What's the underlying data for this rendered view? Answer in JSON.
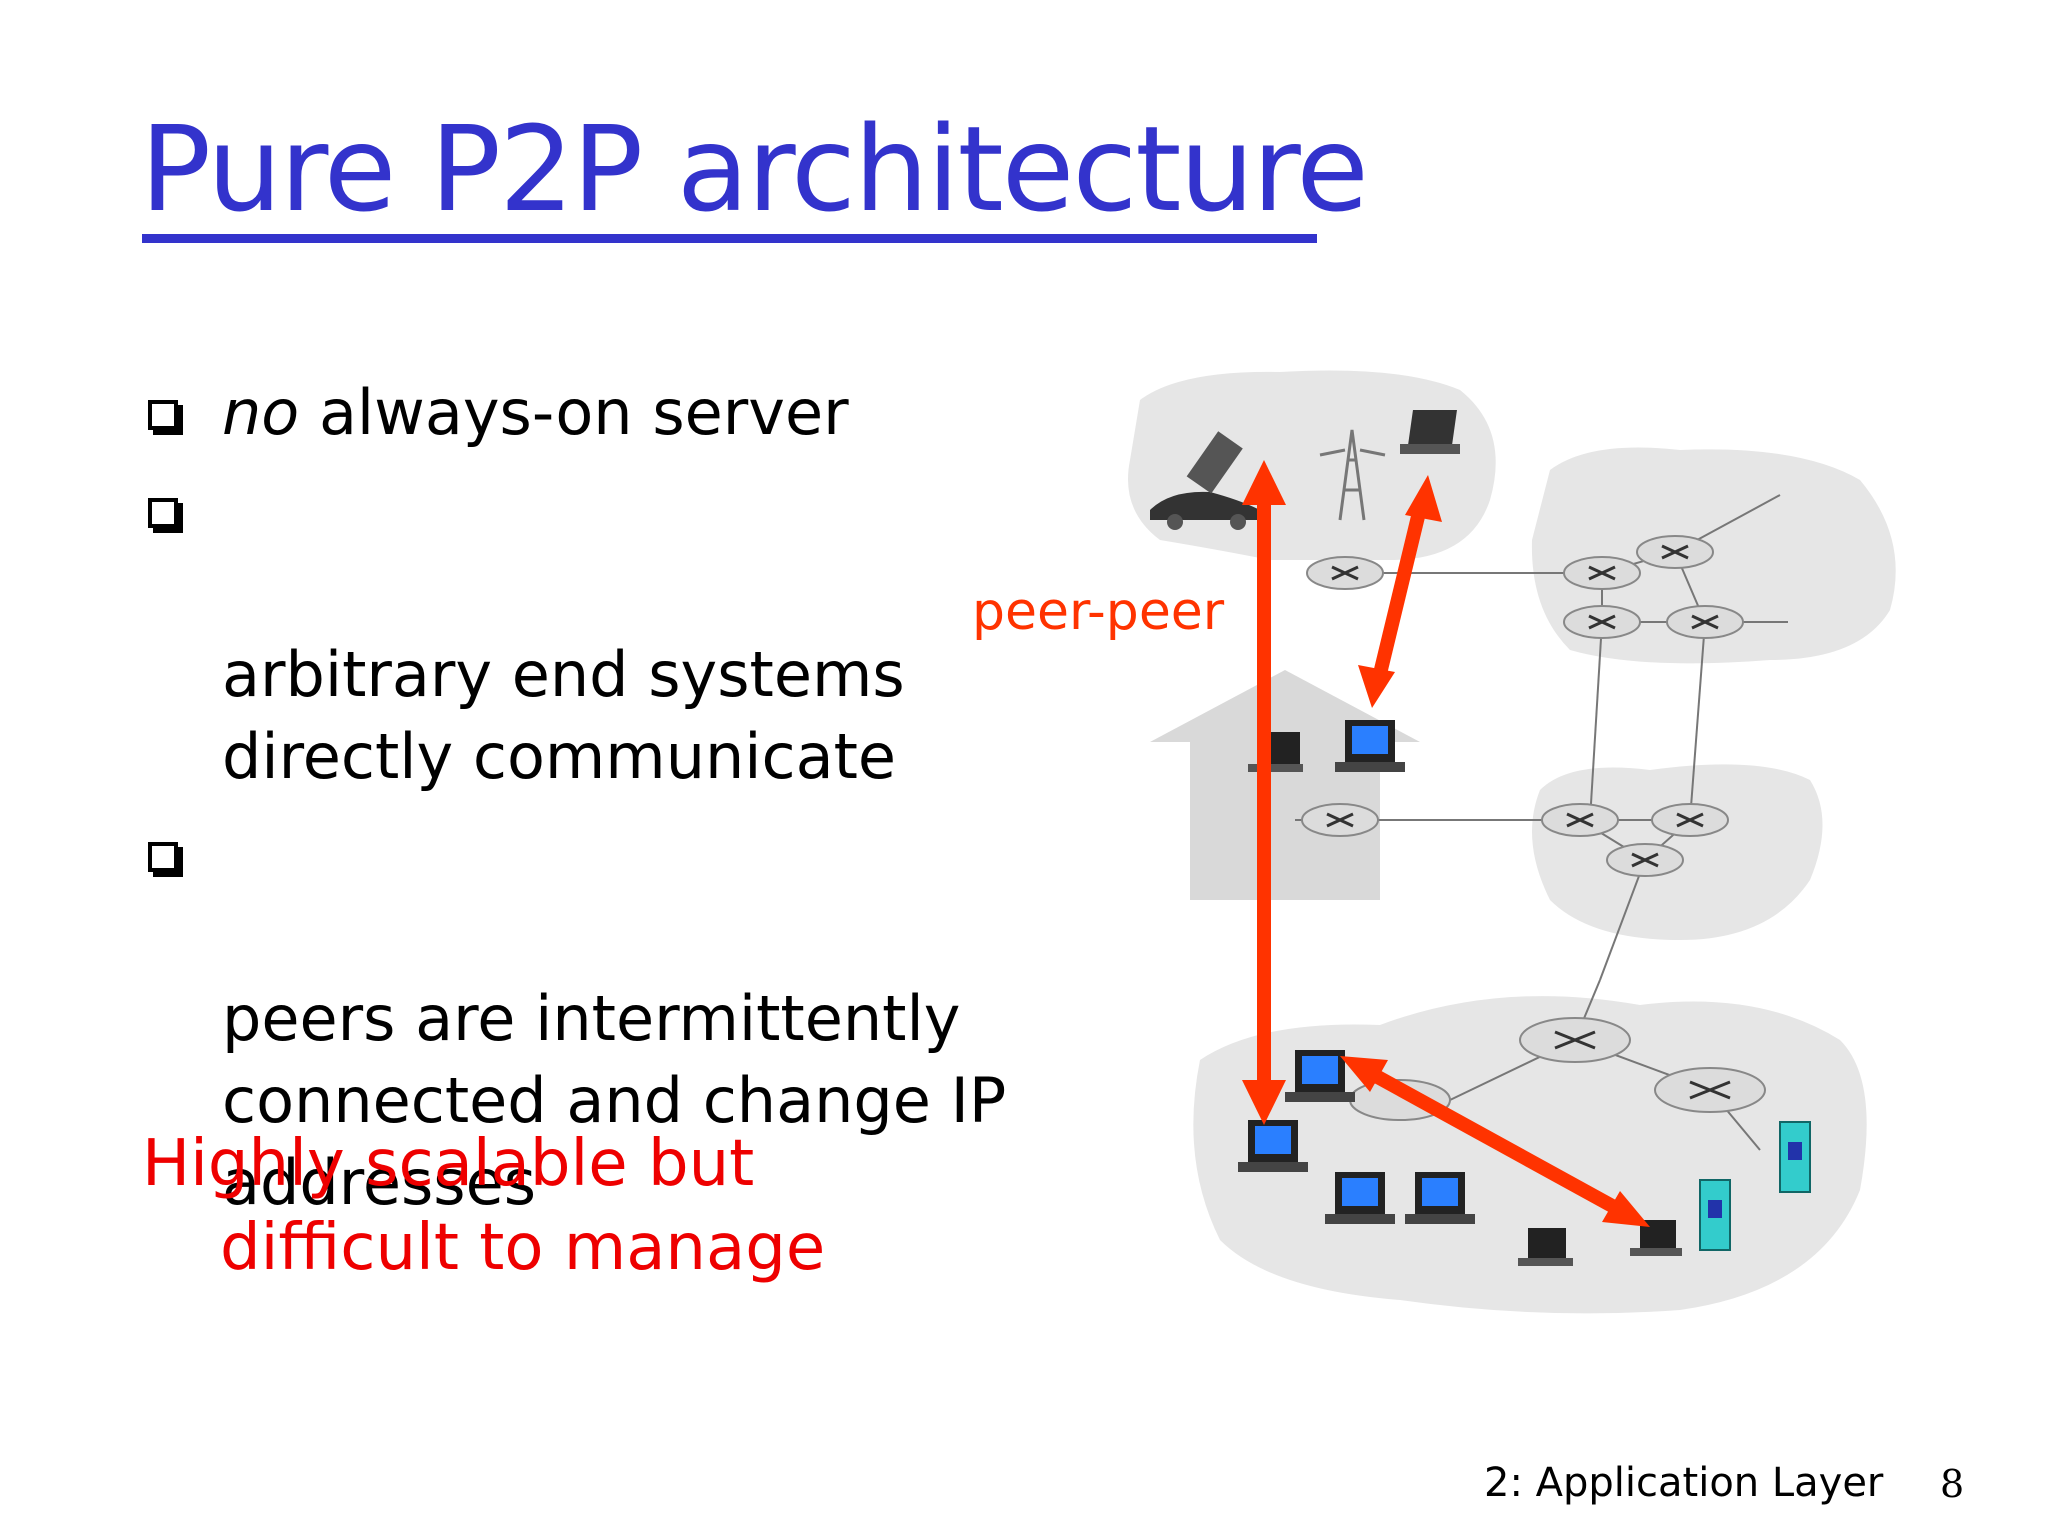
{
  "slide": {
    "title": "Pure P2P architecture",
    "bullets": [
      {
        "italic_prefix": "no",
        "text": " always-on server"
      },
      {
        "italic_prefix": "",
        "text": "arbitrary end systems\ndirectly communicate"
      },
      {
        "italic_prefix": "",
        "text": "peers are intermittently\nconnected and change IP\naddresses"
      }
    ],
    "note_line1": "Highly scalable but",
    "note_line2": "difficult to manage",
    "footer_layer": "2: Application Layer",
    "footer_page": "8"
  },
  "diagram": {
    "peer_label": "peer-peer",
    "arrow_color": "#ff3300",
    "cloud_color": "#e6e6e6",
    "house_color": "#d9d9d9",
    "router_color": "#dcdcdc",
    "device_color": "#1a1a1a",
    "server_color": "#33cccc"
  }
}
